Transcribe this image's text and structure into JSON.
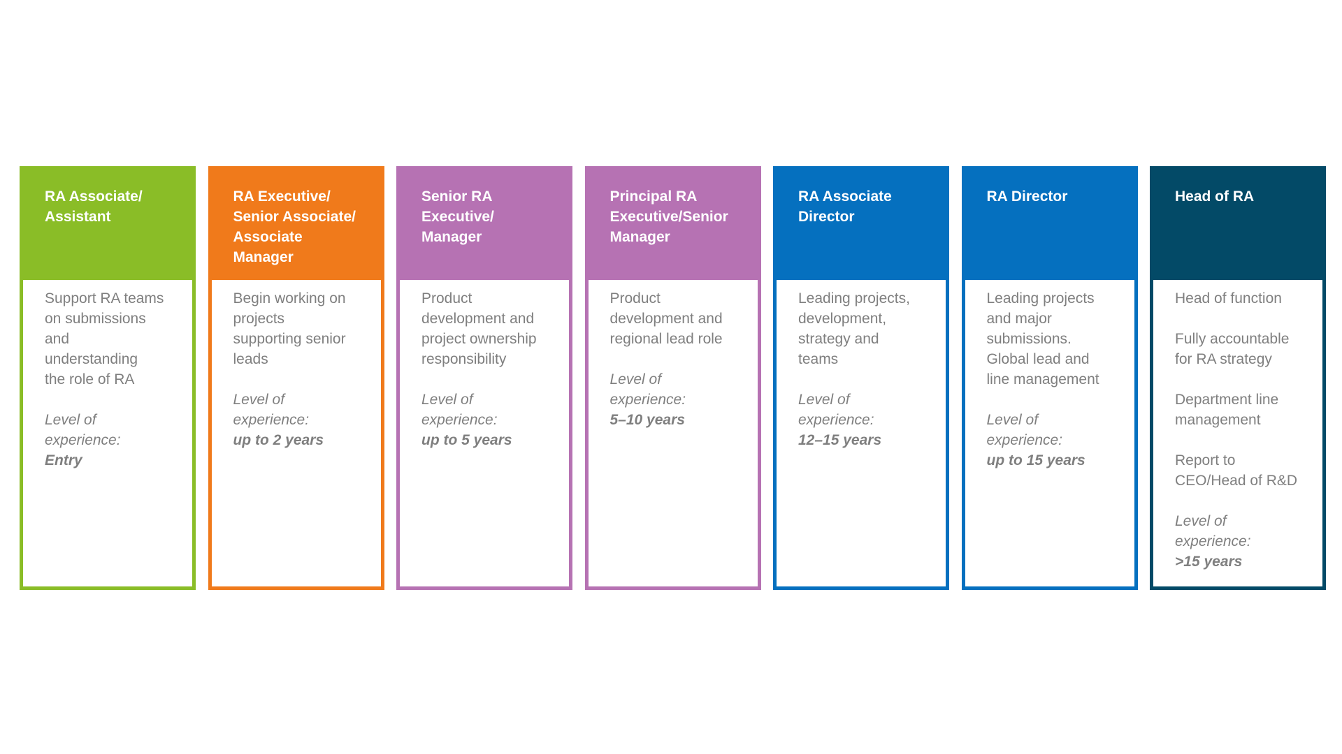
{
  "cards": [
    {
      "title": "RA Associate/ Assistant",
      "title_lines": [
        "RA Associate/",
        "Assistant"
      ],
      "color": "#8ABD27",
      "paragraphs": [
        [
          "Support RA teams",
          "on submissions",
          "and",
          "understanding",
          "the role of RA"
        ]
      ],
      "experience_label_lines": [
        "Level of",
        "experience:"
      ],
      "experience_value": "Entry"
    },
    {
      "title": "RA Executive/ Senior Associate/ Associate Manager",
      "title_lines": [
        "RA Executive/",
        "Senior Associate/",
        "Associate",
        "Manager"
      ],
      "color": "#F07A1B",
      "paragraphs": [
        [
          "Begin working on",
          "projects",
          "supporting senior",
          "leads"
        ]
      ],
      "experience_label_lines": [
        "Level of",
        "experience:"
      ],
      "experience_value": "up to 2 years"
    },
    {
      "title": "Senior RA Executive/ Manager",
      "title_lines": [
        "Senior RA",
        "Executive/",
        "Manager"
      ],
      "color": "#B672B3",
      "paragraphs": [
        [
          "Product",
          "development and",
          "project ownership",
          "responsibility"
        ]
      ],
      "experience_label_lines": [
        "Level of",
        "experience:"
      ],
      "experience_value": "up to 5 years"
    },
    {
      "title": "Principal RA Executive/Senior Manager",
      "title_lines": [
        "Principal RA",
        "Executive/Senior",
        "Manager"
      ],
      "color": "#B672B3",
      "paragraphs": [
        [
          "Product",
          "development and",
          "regional lead role"
        ]
      ],
      "experience_label_lines": [
        "Level of",
        "experience:"
      ],
      "experience_value": "5–10 years"
    },
    {
      "title": "RA Associate Director",
      "title_lines": [
        "RA Associate",
        "Director"
      ],
      "color": "#0570BF",
      "paragraphs": [
        [
          "Leading projects,",
          "development,",
          "strategy and",
          "teams"
        ]
      ],
      "experience_label_lines": [
        "Level of",
        "experience:"
      ],
      "experience_value": "12–15 years"
    },
    {
      "title": "RA Director",
      "title_lines": [
        "RA Director"
      ],
      "color": "#0570BF",
      "paragraphs": [
        [
          "Leading projects",
          "and major",
          "submissions.",
          "Global lead and",
          "line management"
        ]
      ],
      "experience_label_lines": [
        "Level of",
        "experience:"
      ],
      "experience_value": "up to 15 years"
    },
    {
      "title": "Head of RA",
      "title_lines": [
        "Head of RA"
      ],
      "color": "#034A67",
      "paragraphs": [
        [
          "Head of function"
        ],
        [
          "Fully accountable",
          "for RA strategy"
        ],
        [
          "Department line",
          "management"
        ],
        [
          "Report to",
          "CEO/Head of R&D"
        ]
      ],
      "experience_label_lines": [
        "Level of",
        "experience:"
      ],
      "experience_value": ">15 years"
    }
  ]
}
